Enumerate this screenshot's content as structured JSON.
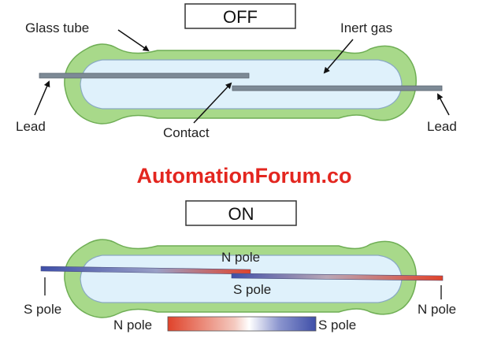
{
  "off_diagram": {
    "state_label": "OFF",
    "labels": {
      "glass_tube": "Glass tube",
      "inert_gas": "Inert gas",
      "lead_left": "Lead",
      "lead_right": "Lead",
      "contact": "Contact"
    }
  },
  "watermark": "AutomationForum.co",
  "on_diagram": {
    "state_label": "ON",
    "labels": {
      "n_pole_top": "N pole",
      "s_pole_mid": "S pole",
      "s_pole_left": "S pole",
      "n_pole_right": "N pole"
    },
    "gradient_legend": {
      "left_label": "N pole",
      "right_label": "S pole"
    }
  },
  "colors": {
    "glass": "#a8d98a",
    "glass_edge": "#6fae55",
    "gas": "#dff1fb",
    "gas_edge": "#8aa9c4",
    "reed": "#7d8a96",
    "north": "#e0432b",
    "south": "#3f4fa8",
    "brand": "#e3261f"
  }
}
